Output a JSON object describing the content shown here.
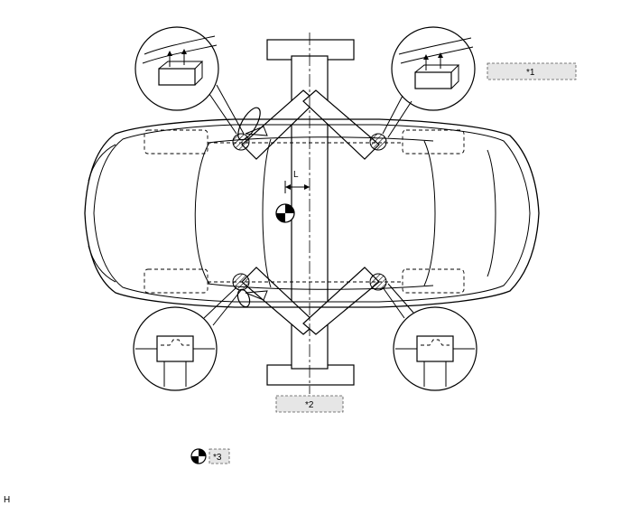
{
  "diagram": {
    "callout_1": "*1",
    "callout_2": "*2",
    "callout_3": "*3",
    "dimension_label": "L",
    "corner_code": "H"
  }
}
